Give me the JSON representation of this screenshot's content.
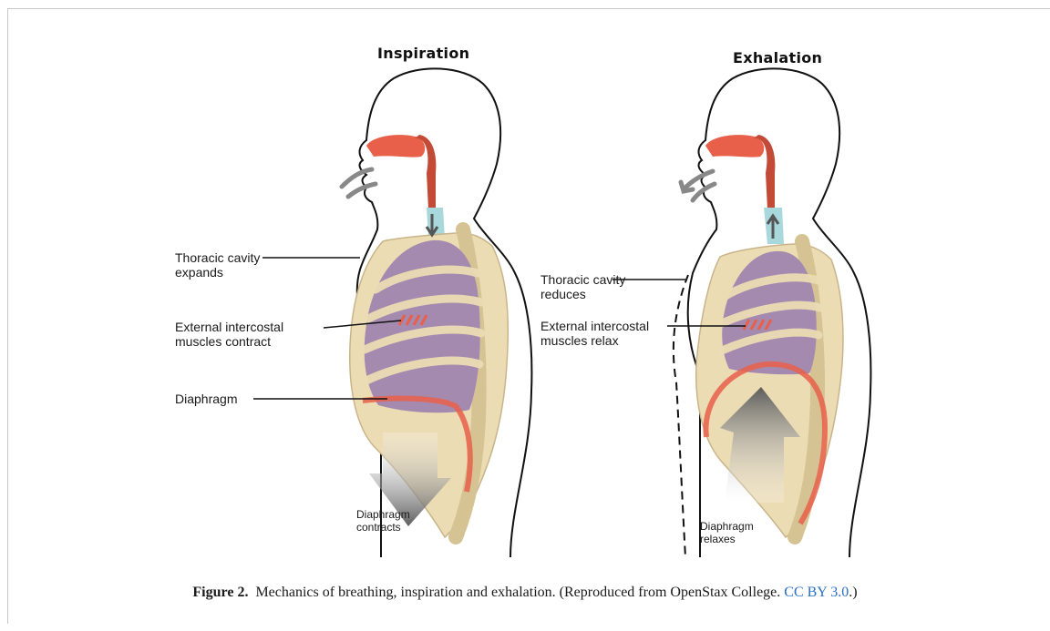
{
  "panels": {
    "left": {
      "title": "Inspiration",
      "labels": {
        "cavity_line1": "Thoracic cavity",
        "cavity_line2": "expands",
        "muscle_line1": "External intercostal",
        "muscle_line2": "muscles  contract",
        "diaphragm": "Diaphragm",
        "diaphragm_action_line1": "Diaphragm",
        "diaphragm_action_line2": "contracts"
      }
    },
    "right": {
      "title": "Exhalation",
      "labels": {
        "cavity_line1": "Thoracic cavity",
        "cavity_line2": "reduces",
        "muscle_line1": "External intercostal",
        "muscle_line2": "muscles  relax",
        "diaphragm_action_line1": "Diaphragm",
        "diaphragm_action_line2": "relaxes"
      }
    }
  },
  "caption": {
    "figure_number": "Figure 2.",
    "text": "Mechanics of breathing, inspiration and exhalation. (Reproduced from OpenStax College.",
    "license": "CC BY 3.0",
    "closing": ".)"
  },
  "colors": {
    "airway": "#e8604a",
    "trachea": "#a8d8dc",
    "lung": "#a58ab0",
    "rib": "#ecdcb4",
    "rib_stroke": "#c9b48a",
    "outline": "#111111",
    "link": "#2a6fc9"
  }
}
